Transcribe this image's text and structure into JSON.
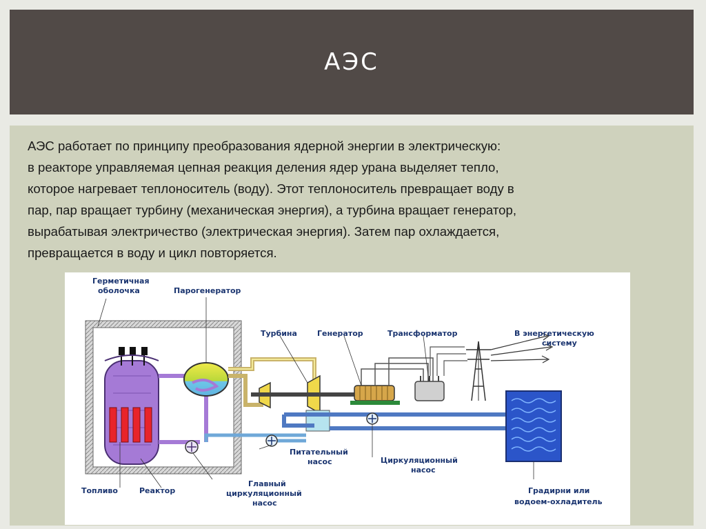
{
  "slide": {
    "title": "АЭС",
    "paragraph_lines": [
      "АЭС работает по принципу преобразования ядерной энергии в электрическую:",
      "в реакторе управляемая цепная реакция деления ядер урана выделяет тепло,",
      "которое нагревает теплоноситель (воду). Этот теплоноситель превращает воду в",
      "пар, пар вращает турбину (механическая энергия), а турбина вращает генератор,",
      "вырабатывая электричество (электрическая энергия). Затем пар охлаждается,",
      "превращается в воду и цикл повторяется."
    ]
  },
  "diagram": {
    "labels": {
      "containment_l1": "Герметичная",
      "containment_l2": "оболочка",
      "steam_generator": "Парогенератор",
      "turbine": "Турбина",
      "generator": "Генератор",
      "transformer": "Трансформатор",
      "grid_l1": "В энергетическую",
      "grid_l2": "систему",
      "feed_pump_l1": "Питательный",
      "feed_pump_l2": "насос",
      "circ_pump_l1": "Циркуляционный",
      "circ_pump_l2": "насос",
      "main_pump_l1": "Главный",
      "main_pump_l2": "циркуляционный",
      "main_pump_l3": "насос",
      "fuel": "Топливо",
      "reactor": "Реактор",
      "cooling_l1": "Градирни или",
      "cooling_l2": "водоем-охладитель"
    },
    "icons": [
      "reactor-vessel-icon",
      "steam-generator-icon",
      "turbine-icon",
      "generator-icon",
      "transformer-icon",
      "power-tower-icon",
      "cooling-pond-icon",
      "pump-icon"
    ]
  },
  "colors": {
    "title_bar": "#514a47",
    "panel": "#cfd2bd",
    "label": "#1b3570",
    "reactor": "#9b6fcf",
    "fuel": "#e8242a",
    "pipe_hot": "#c9b36a",
    "pipe_cold": "#4f79c2",
    "cooling": "#2b55c9"
  }
}
